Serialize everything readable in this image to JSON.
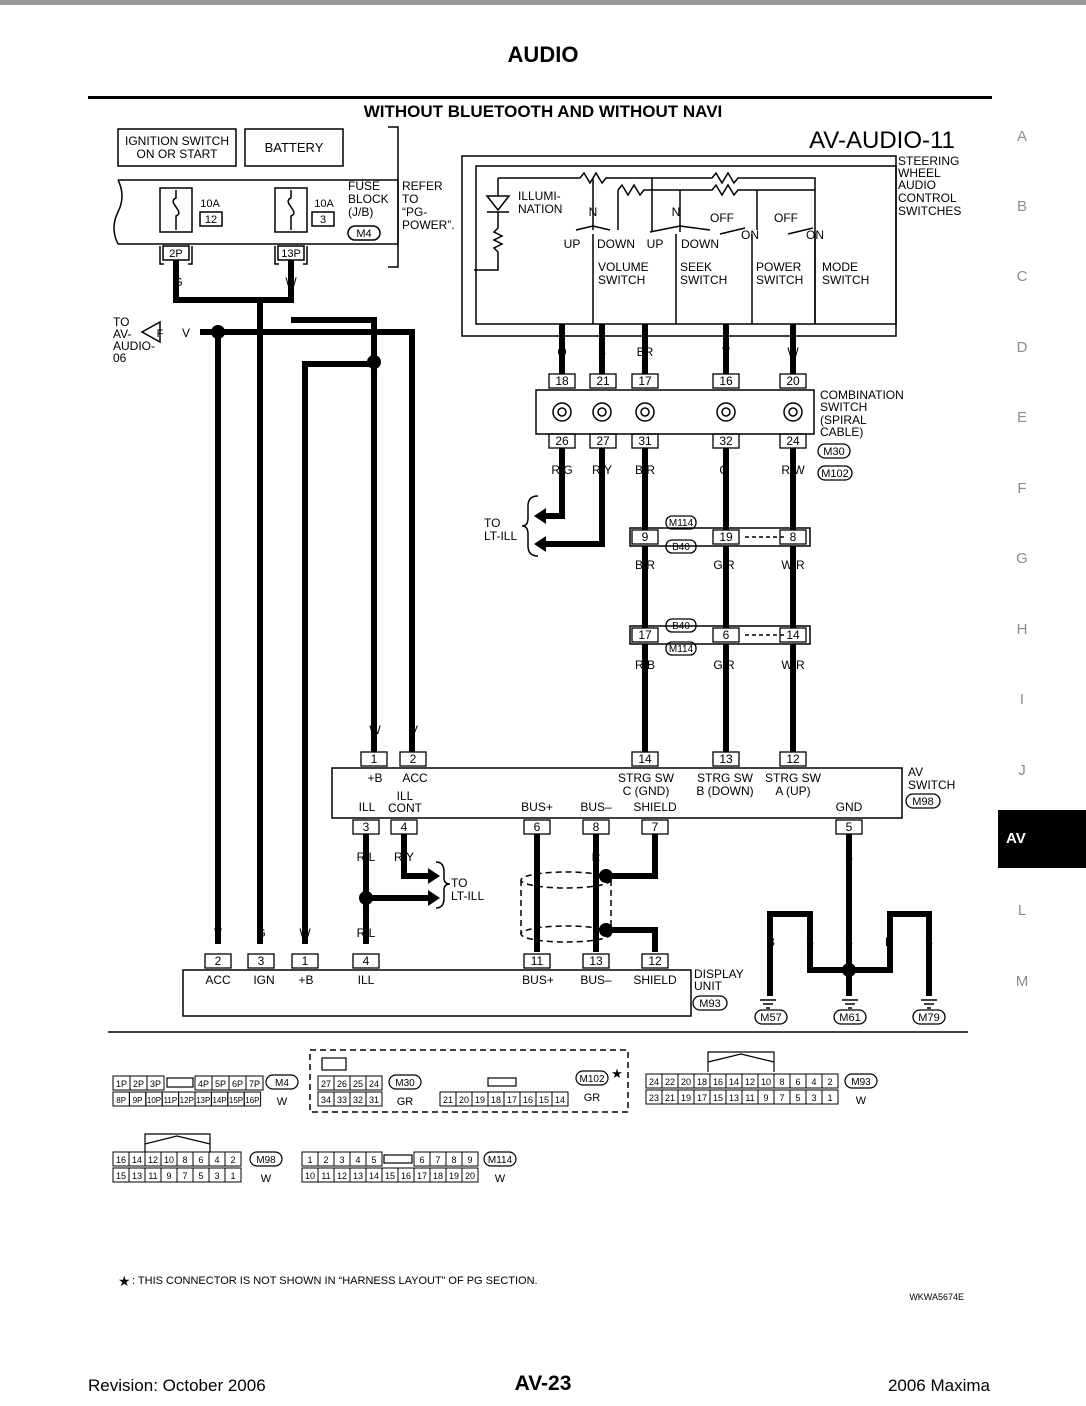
{
  "header": {
    "title": "AUDIO",
    "subtitle": "WITHOUT BLUETOOTH AND WITHOUT NAVI"
  },
  "side_index": [
    "A",
    "B",
    "C",
    "D",
    "E",
    "F",
    "G",
    "H",
    "I",
    "J",
    "AV",
    "L",
    "M"
  ],
  "side_active": "AV",
  "diagram": {
    "id": "AV-AUDIO-11",
    "ignition": "IGNITION SWITCH|ON OR START",
    "battery": "BATTERY",
    "fuse1_amp": "10A",
    "fuse1_no": "12",
    "fuse1_conn": "2P",
    "fuse1_wire": "G",
    "fuse2_amp": "10A",
    "fuse2_no": "3",
    "fuse2_conn": "13P",
    "fuse2_wire": "W",
    "fuse_block": "FUSE|BLOCK|(J/B)",
    "fuse_block_conn": "M4",
    "refer": "REFER|TO|“PG-|POWER”.",
    "to_av06": "TO|AV-|AUDIO-|06",
    "av06_letter": "F",
    "av06_wire": "V",
    "illumination": "ILLUMI-|NATION",
    "steering": "STEERING|WHEEL|AUDIO|CONTROL|SWITCHES",
    "sw_n1": "N",
    "sw_n2": "N",
    "sw_off1": "OFF",
    "sw_off2": "OFF",
    "sw_on1": "ON",
    "sw_on2": "ON",
    "sw_up1": "UP",
    "sw_down1": "DOWN",
    "sw_up2": "UP",
    "sw_down2": "DOWN",
    "sw_volume": "VOLUME|SWITCH",
    "sw_seek": "SEEK|SWITCH",
    "sw_power": "POWER|SWITCH",
    "sw_mode": "MODE|SWITCH",
    "cs_top_wires": [
      "O",
      "B",
      "BR",
      "V",
      "W"
    ],
    "cs_top_pins": [
      "18",
      "21",
      "17",
      "16",
      "20"
    ],
    "cs_bot_pins": [
      "26",
      "27",
      "31",
      "32",
      "24"
    ],
    "cs_bot_wires": [
      "R/G",
      "R/Y",
      "B/R",
      "G",
      "R/W"
    ],
    "combo": "COMBINATION|SWITCH|(SPIRAL|CABLE)",
    "combo_conn1": "M30",
    "combo_conn2": "M102",
    "to_ltill": "TO|LT-ILL",
    "j1_conn1": "M114",
    "j1_conn2": "B40",
    "j1_pins": [
      "9",
      "19",
      "8"
    ],
    "j1_wires": [
      "B/R",
      "G/R",
      "W/R"
    ],
    "j2_conn1": "B40",
    "j2_conn2": "M114",
    "j2_pins": [
      "17",
      "6",
      "14"
    ],
    "j2_wires": [
      "R/B",
      "G/R",
      "W/R"
    ],
    "av_top_wires": [
      "W",
      "V"
    ],
    "av_top_pins": [
      "1",
      "2"
    ],
    "av_top_labels": [
      "+B",
      "ACC"
    ],
    "av_strg_pins": [
      "14",
      "13",
      "12"
    ],
    "av_strg_labels": [
      "STRG SW|C (GND)",
      "STRG SW|B (DOWN)",
      "STRG SW|A (UP)"
    ],
    "av_switch": "AV|SWITCH",
    "av_conn": "M98",
    "av_bot_labels": [
      "ILL",
      "ILL|CONT",
      "BUS+",
      "BUS–",
      "SHIELD",
      "GND"
    ],
    "av_bot_pins": [
      "3",
      "4",
      "6",
      "8",
      "7",
      "5"
    ],
    "av_bot_wires": [
      "R/L",
      "R/Y",
      "L",
      "R",
      "B"
    ],
    "to_ltill2": "TO|LT-ILL",
    "du_wires": [
      "V",
      "G",
      "W",
      "R/L"
    ],
    "du_pins": [
      "2",
      "3",
      "1",
      "4",
      "11",
      "13",
      "12"
    ],
    "du_labels": [
      "ACC",
      "IGN",
      "+B",
      "ILL",
      "BUS+",
      "BUS–",
      "SHIELD"
    ],
    "display": "DISPLAY|UNIT",
    "display_conn": "M93",
    "ground_wires": [
      "B",
      "B",
      "B",
      "B",
      "B"
    ],
    "grounds": [
      "M57",
      "M61",
      "M79"
    ],
    "conn_m4": {
      "name": "M4",
      "color": "W",
      "row1": [
        "1P",
        "2P",
        "3P",
        "4P",
        "5P",
        "6P",
        "7P"
      ],
      "row2": [
        "8P",
        "9P",
        "10P",
        "11P",
        "12P",
        "13P",
        "14P",
        "15P",
        "16P"
      ]
    },
    "conn_m30": {
      "name": "M30",
      "color": "GR",
      "row1": [
        "27",
        "26",
        "25",
        "24"
      ],
      "row2": [
        "34",
        "33",
        "32",
        "31"
      ]
    },
    "conn_m102": {
      "name": "M102",
      "color": "GR",
      "star": "★",
      "row": [
        "21",
        "20",
        "19",
        "18",
        "17",
        "16",
        "15",
        "14"
      ]
    },
    "conn_m93": {
      "name": "M93",
      "color": "W",
      "row1": [
        "24",
        "22",
        "20",
        "18",
        "16",
        "14",
        "12",
        "10",
        "8",
        "6",
        "4",
        "2"
      ],
      "row2": [
        "23",
        "21",
        "19",
        "17",
        "15",
        "13",
        "11",
        "9",
        "7",
        "5",
        "3",
        "1"
      ]
    },
    "conn_m98": {
      "name": "M98",
      "color": "W",
      "row1": [
        "16",
        "14",
        "12",
        "10",
        "8",
        "6",
        "4",
        "2"
      ],
      "row2": [
        "15",
        "13",
        "11",
        "9",
        "7",
        "5",
        "3",
        "1"
      ]
    },
    "conn_m114": {
      "name": "M114",
      "color": "W",
      "row1": [
        "1",
        "2",
        "3",
        "4",
        "5",
        "6",
        "7",
        "8",
        "9"
      ],
      "row2": [
        "10",
        "11",
        "12",
        "13",
        "14",
        "15",
        "16",
        "17",
        "18",
        "19",
        "20"
      ]
    },
    "footnote_star": "★",
    "footnote": ": THIS CONNECTOR IS NOT SHOWN IN “HARNESS LAYOUT” OF PG SECTION.",
    "figure_code": "WKWA5674E"
  },
  "footer": {
    "revision": "Revision: October 2006",
    "page": "AV-23",
    "model": "2006 Maxima"
  }
}
